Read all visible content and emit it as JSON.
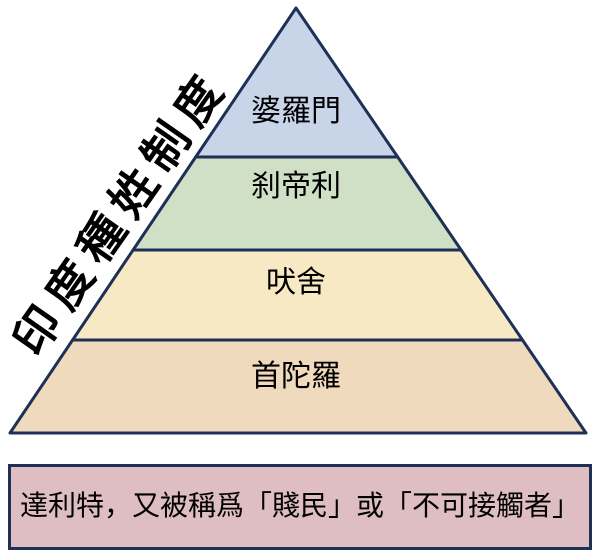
{
  "title": {
    "text": "印度種姓制度"
  },
  "pyramid": {
    "levels": [
      {
        "label": "婆羅門",
        "color": "#c8d5e8"
      },
      {
        "label": "刹帝利",
        "color": "#cfe0c7"
      },
      {
        "label": "吠舍",
        "color": "#f6e9c3"
      },
      {
        "label": "首陀羅",
        "color": "#f0dabd"
      }
    ]
  },
  "footnote": {
    "text": "達利特，又被稱爲「賤民」或「不可接觸者」"
  },
  "colors": {
    "outline": "#1e3055",
    "background": "#ffffff",
    "text": "#000000",
    "footnote_bg": "#debec2"
  }
}
